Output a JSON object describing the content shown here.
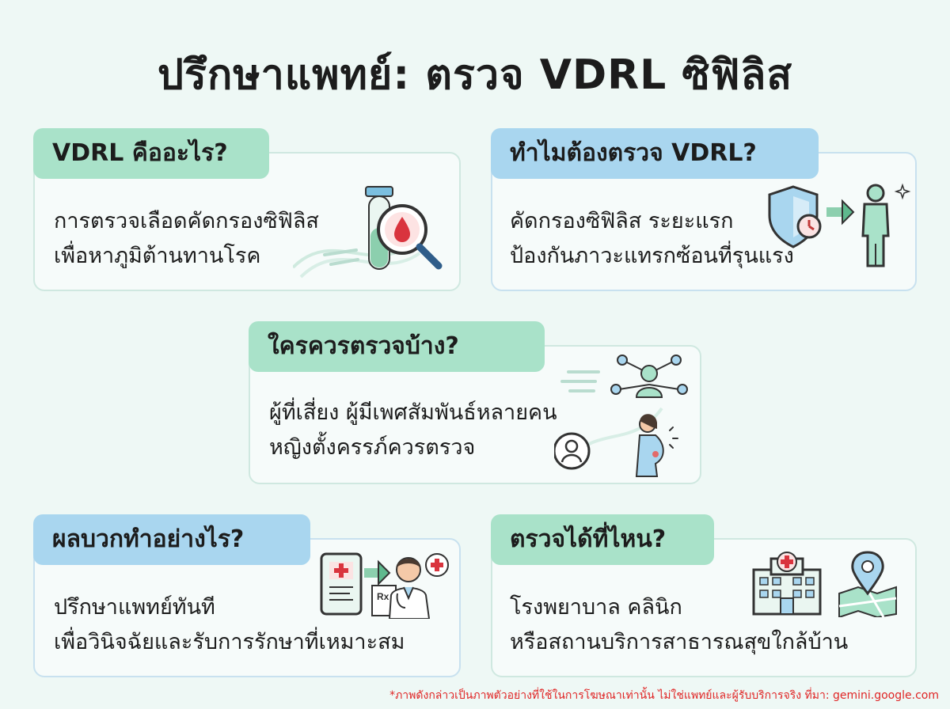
{
  "title": "ปรึกษาแพทย์: ตรวจ VDRL ซิฟิลิส",
  "cards": [
    {
      "heading": "VDRL คืออะไร?",
      "line1": "การตรวจเลือดคัดกรองซิฟิลิส",
      "line2": "เพื่อหาภูมิต้านทานโรค"
    },
    {
      "heading": "ทำไมต้องตรวจ VDRL?",
      "line1": "คัดกรองซิฟิลิส ระยะแรก",
      "line2": "ป้องกันภาวะแทรกซ้อนที่รุนแรง"
    },
    {
      "heading": "ใครควรตรวจบ้าง?",
      "line1": "ผู้ที่เสี่ยง ผู้มีเพศสัมพันธ์หลายคน",
      "line2": "หญิงตั้งครรภ์ควรตรวจ"
    },
    {
      "heading": "ผลบวกทำอย่างไร?",
      "line1": "ปรึกษาแพทย์ทันที",
      "line2": "เพื่อวินิจฉัยและรับการรักษาที่เหมาะสม"
    },
    {
      "heading": "ตรวจได้ที่ไหน?",
      "line1": "โรงพยาบาล คลินิก",
      "line2": "หรือสถานบริการสาธารณสุขใกล้บ้าน"
    }
  ],
  "footnote": "*ภาพดังกล่าวเป็นภาพตัวอย่างที่ใช้ในการโฆษณาเท่านั้น ไม่ใช่แพทย์และผู้รับบริการจริง ที่มา: gemini.google.com",
  "icons": {
    "card1": "test-tube-magnifier-icon",
    "card2": "shield-clock-person-icon",
    "card3": "network-pregnant-woman-icon",
    "card4": "tablet-doctor-icon",
    "card5": "hospital-map-pin-icon"
  },
  "colors": {
    "green_tab": "#a9e2c9",
    "blue_tab": "#a9d6ef",
    "background": "#eef8f5",
    "footnote": "#e02424"
  }
}
